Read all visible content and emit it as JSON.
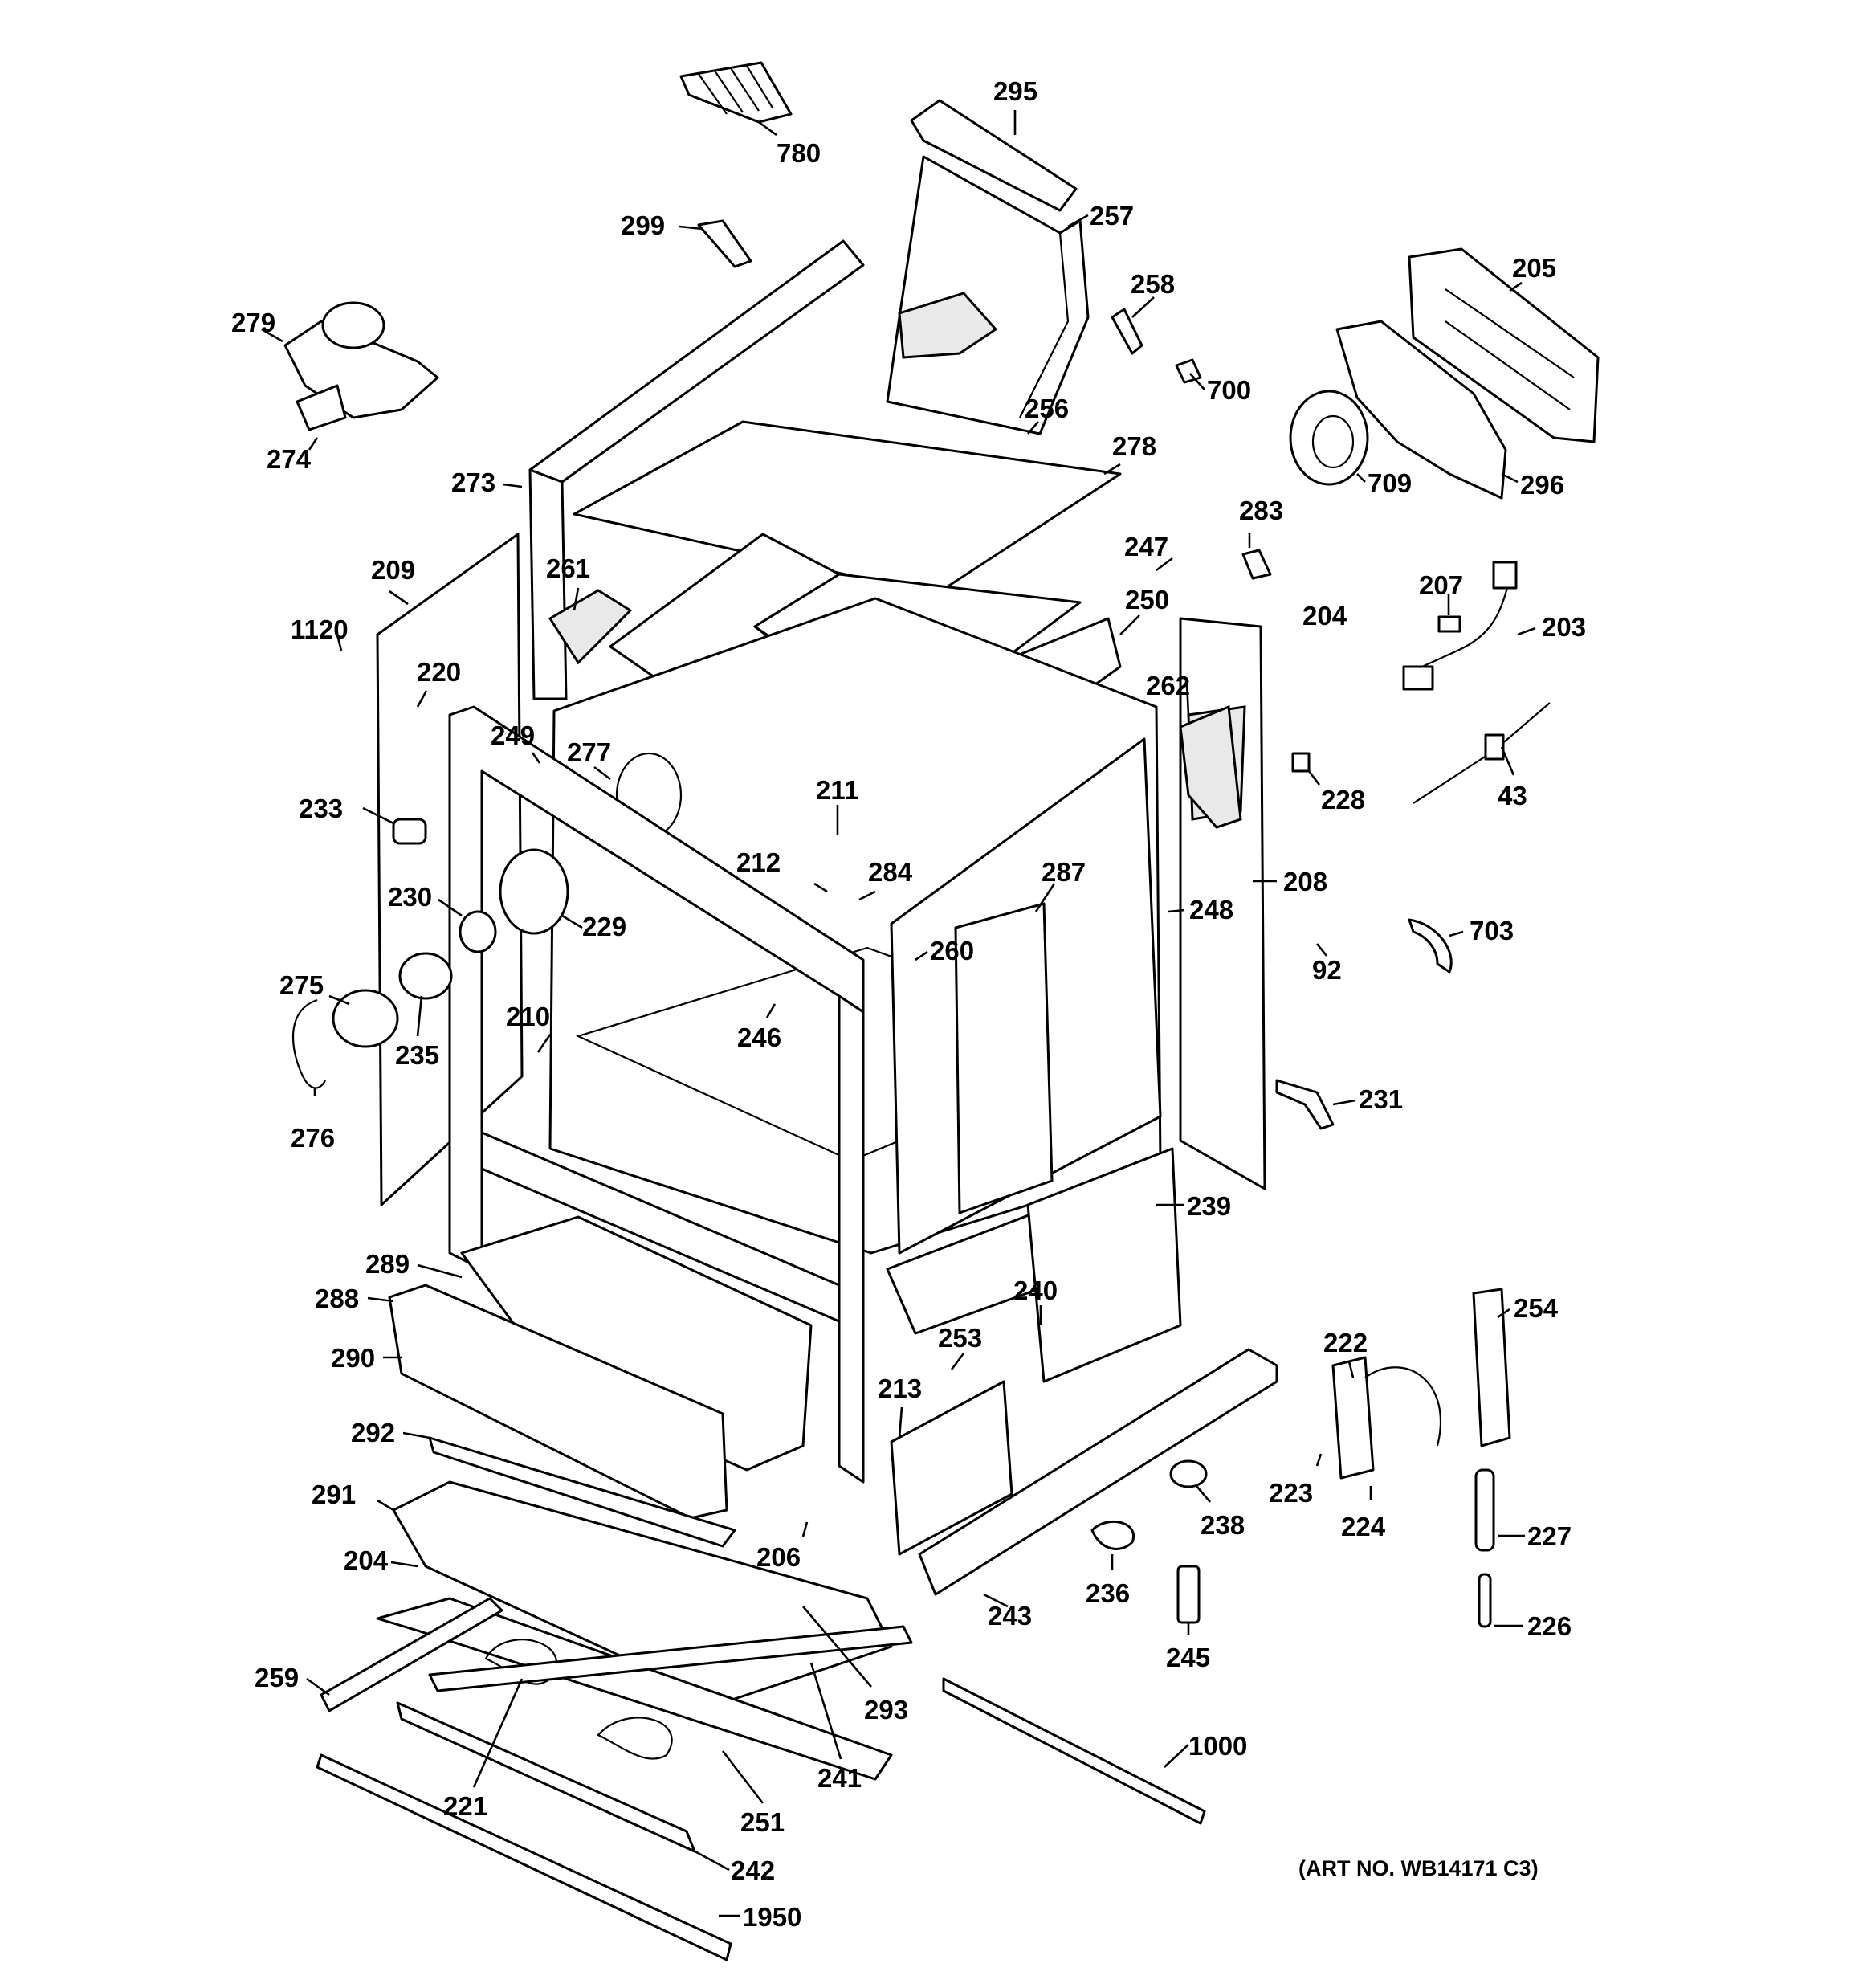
{
  "diagram": {
    "art_number": "(ART NO. WB14171 C3)",
    "callouts": {
      "c295": "295",
      "c780": "780",
      "c257": "257",
      "c299": "299",
      "c258": "258",
      "c205": "205",
      "c279": "279",
      "c700": "700",
      "c256": "256",
      "c278": "278",
      "c274": "274",
      "c709": "709",
      "c296": "296",
      "c273": "273",
      "c283": "283",
      "c247": "247",
      "c209": "209",
      "c261": "261",
      "c250": "250",
      "c204a": "204",
      "c207": "207",
      "c203": "203",
      "c1120": "1120",
      "c220": "220",
      "c262": "262",
      "c249": "249",
      "c277": "277",
      "c211": "211",
      "c228": "228",
      "c43": "43",
      "c233": "233",
      "c212": "212",
      "c284": "284",
      "c287": "287",
      "c208": "208",
      "c230": "230",
      "c229": "229",
      "c248": "248",
      "c703": "703",
      "c260": "260",
      "c92": "92",
      "c275": "275",
      "c246": "246",
      "c210": "210",
      "c235": "235",
      "c231": "231",
      "c276": "276",
      "c239": "239",
      "c289": "289",
      "c240": "240",
      "c288": "288",
      "c222": "222",
      "c254": "254",
      "c253": "253",
      "c290": "290",
      "c213": "213",
      "c292": "292",
      "c223": "223",
      "c224": "224",
      "c238": "238",
      "c291": "291",
      "c227": "227",
      "c206": "206",
      "c204b": "204",
      "c236": "236",
      "c243": "243",
      "c226": "226",
      "c245": "245",
      "c259": "259",
      "c293": "293",
      "c1000": "1000",
      "c221": "221",
      "c241": "241",
      "c251": "251",
      "c242": "242",
      "c1950": "1950"
    }
  }
}
